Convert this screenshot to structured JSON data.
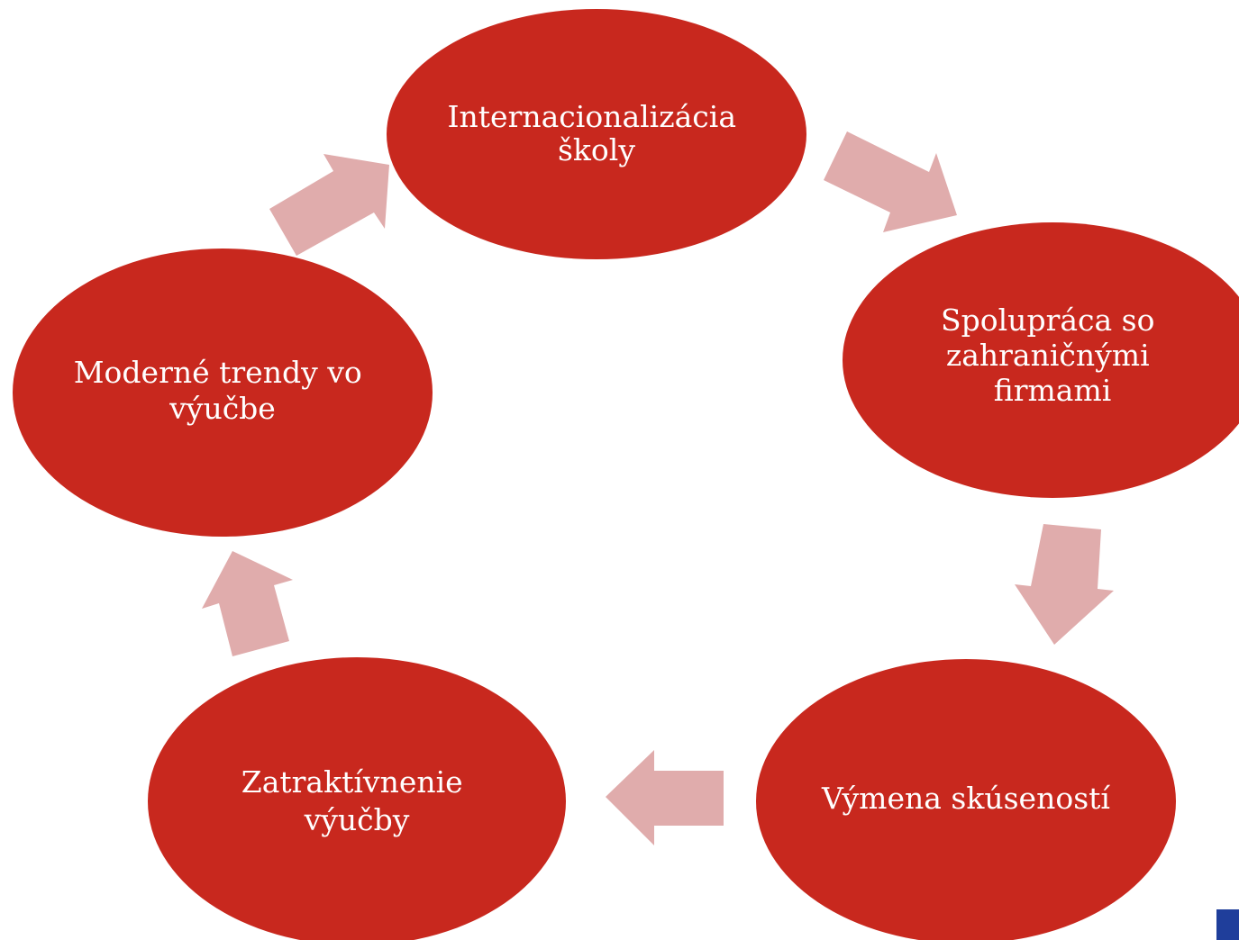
{
  "colors": {
    "node_fill": "#c8281e",
    "arrow_fill": "#e0acac",
    "node_text": "#ffffff",
    "logo_blue": "#1f3e9b"
  },
  "cycle": {
    "nodes": [
      {
        "id": "internacionalizacia",
        "lines": [
          "Internacionalizácia",
          "školy"
        ]
      },
      {
        "id": "spolupraca",
        "lines": [
          "Spolupráca so",
          "zahraničnými",
          "firmami"
        ]
      },
      {
        "id": "vymena",
        "lines": [
          "Výmena skúseností"
        ]
      },
      {
        "id": "zatraktivnenie",
        "lines": [
          "Zatraktívnenie",
          "výučby"
        ]
      },
      {
        "id": "moderne-trendy",
        "lines": [
          "Moderné trendy vo",
          "výučbe"
        ]
      }
    ],
    "arrows": [
      {
        "from": "internacionalizacia",
        "to": "spolupraca"
      },
      {
        "from": "spolupraca",
        "to": "vymena"
      },
      {
        "from": "vymena",
        "to": "zatraktivnenie"
      },
      {
        "from": "zatraktivnenie",
        "to": "moderne-trendy"
      },
      {
        "from": "moderne-trendy",
        "to": "internacionalizacia"
      }
    ]
  },
  "corner_logo": {
    "icon": "eu-flag-icon"
  }
}
